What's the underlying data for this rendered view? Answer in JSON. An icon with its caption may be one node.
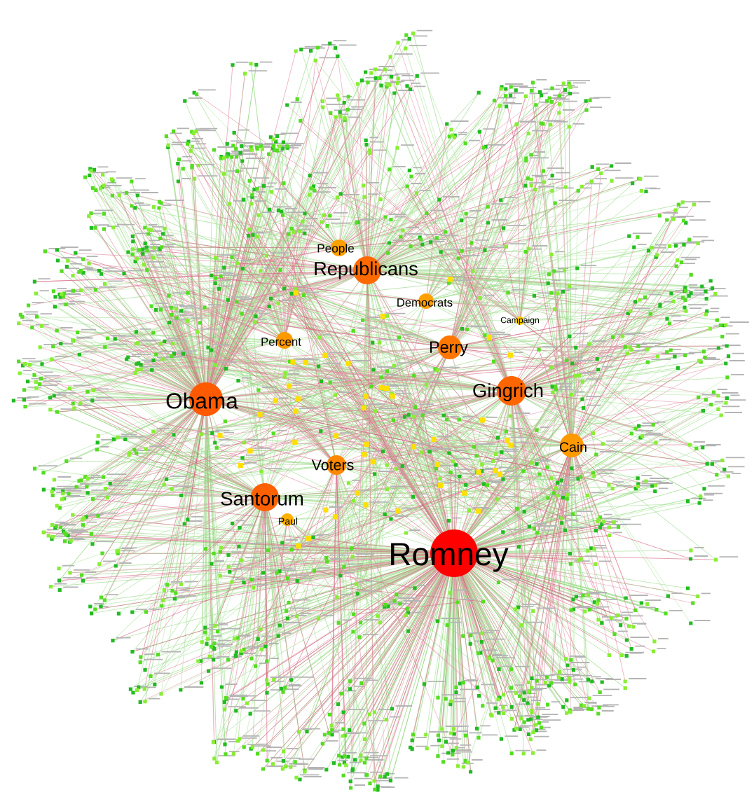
{
  "diagram": {
    "nodes": [
      {
        "text": [
          "People"
        ]
      },
      {
        "text": [
          "Republicans"
        ]
      },
      {
        "text": [
          "Democrats"
        ]
      },
      {
        "text": [
          "Campaign"
        ]
      },
      {
        "text": [
          "Percent"
        ]
      },
      {
        "text": [
          "Perry"
        ]
      },
      {
        "text": [
          "Gingrich"
        ]
      },
      {
        "text": [
          "Obama"
        ]
      },
      {
        "text": [
          "Cain"
        ]
      },
      {
        "text": [
          "Voters"
        ]
      },
      {
        "text": [
          "Santorum"
        ]
      },
      {
        "text": [
          "Paul"
        ]
      },
      {
        "text": [
          "Romney"
        ]
      }
    ]
  }
}
